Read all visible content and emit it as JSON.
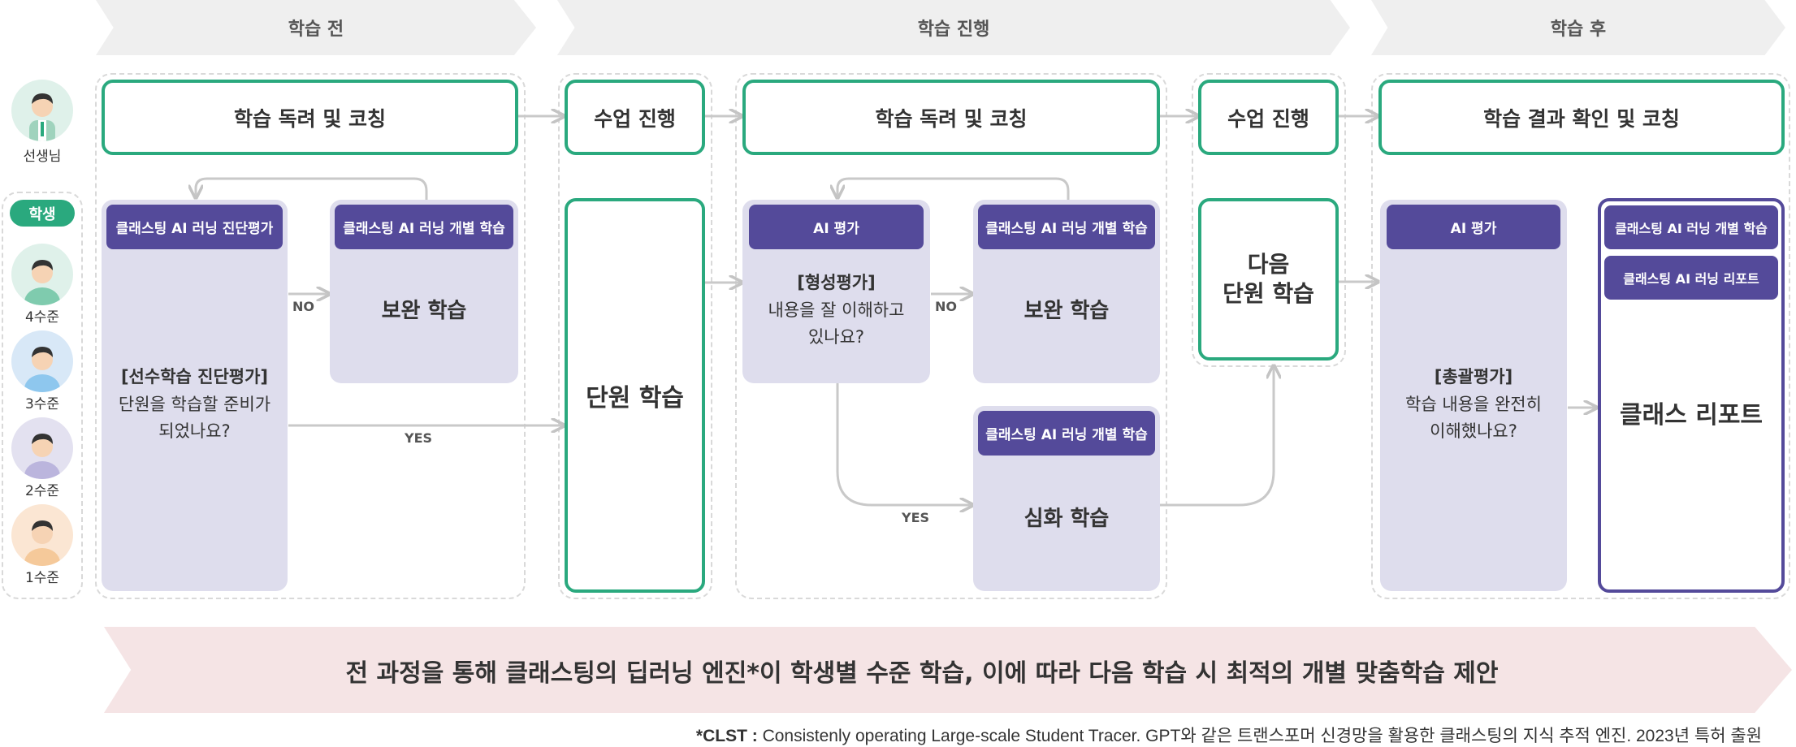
{
  "phases": {
    "before": "학습 전",
    "during": "학습 진행",
    "after": "학습 후"
  },
  "roles": {
    "teacher": "선생님",
    "student": "학생"
  },
  "levels": {
    "l4": "4수준",
    "l3": "3수준",
    "l2": "2수준",
    "l1": "1수준"
  },
  "headers": {
    "coaching1": "학습 독려 및 코칭",
    "class1": "수업 진행",
    "coaching2": "학습 독려 및 코칭",
    "class2": "수업 진행",
    "result": "학습 결과 확인 및 코칭"
  },
  "tags": {
    "diag": "클래스팅 AI 러닝 진단평가",
    "indiv1": "클래스팅 AI 러닝 개별 학습",
    "ai_eval1": "AI 평가",
    "indiv2": "클래스팅 AI 러닝 개별 학습",
    "indiv3": "클래스팅 AI 러닝 개별 학습",
    "ai_eval2": "AI 평가",
    "indiv4": "클래스팅 AI 러닝 개별 학습",
    "report_tag": "클래스팅 AI 러닝 리포트"
  },
  "cards": {
    "diag_title": "[선수학습 진단평가]",
    "diag_body1": "단원을 학습할 준비가",
    "diag_body2": "되었나요?",
    "supp1": "보완 학습",
    "unit": "단원 학습",
    "form_title": "[형성평가]",
    "form_body1": "내용을 잘 이해하고",
    "form_body2": "있나요?",
    "supp2": "보완 학습",
    "deep": "심화 학습",
    "next1": "다음",
    "next2": "단원 학습",
    "sum_title": "[총괄평가]",
    "sum_body1": "학습 내용을 완전히",
    "sum_body2": "이해했나요?",
    "class_report": "클래스 리포트"
  },
  "arrow_labels": {
    "no1": "NO",
    "yes1": "YES",
    "no2": "NO",
    "yes2": "YES"
  },
  "banner": "전 과정을 통해 클래스팅의 딥러닝 엔진*이 학생별 수준 학습, 이에 따라 다음 학습 시 최적의 개별 맞춤학습 제안",
  "footnote": {
    "term": "*CLST :",
    "text": "Consistenly operating Large-scale Student Tracer. GPT와 같은 트랜스포머 신경망을 활용한 클래스팅의 지식 추적 엔진. 2023년 특허 출원"
  },
  "colors": {
    "green": "#2aa97e",
    "purple": "#544a9a",
    "card": "#dedded",
    "banner": "#f5e4e5",
    "phase": "#efefef"
  }
}
